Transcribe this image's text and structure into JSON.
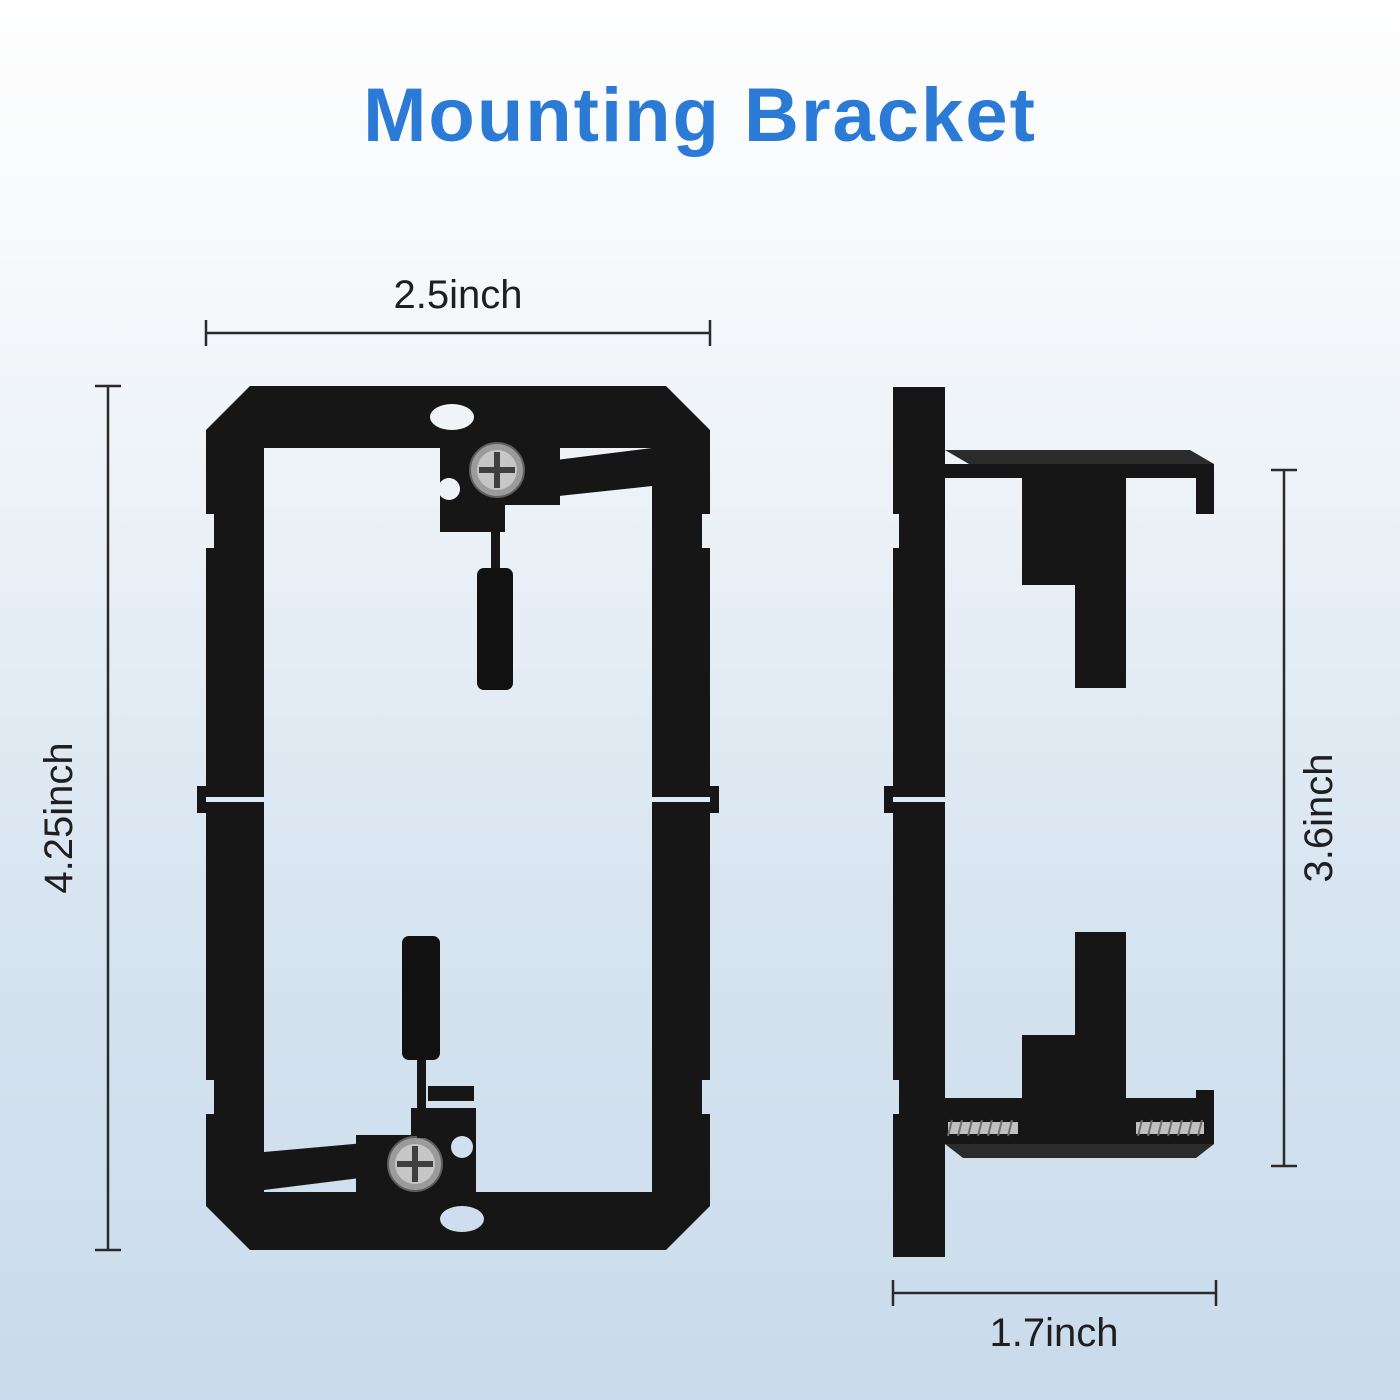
{
  "title": "Mounting Bracket",
  "front_view": {
    "name": "front view of single-gang low voltage mounting bracket",
    "width_label": "2.5inch",
    "height_label": "4.25inch"
  },
  "side_view": {
    "name": "side view of mounting bracket with drywall clamps and screw",
    "height_label": "3.6inch",
    "depth_label": "1.7inch"
  },
  "colors": {
    "title_blue": "#2b7bd6",
    "bracket_black": "#161616",
    "dimension_line": "#2a2a2a",
    "screw_gray": "#9b9b9b",
    "background_top": "#fefefe",
    "background_bottom": "#c9dbec"
  }
}
